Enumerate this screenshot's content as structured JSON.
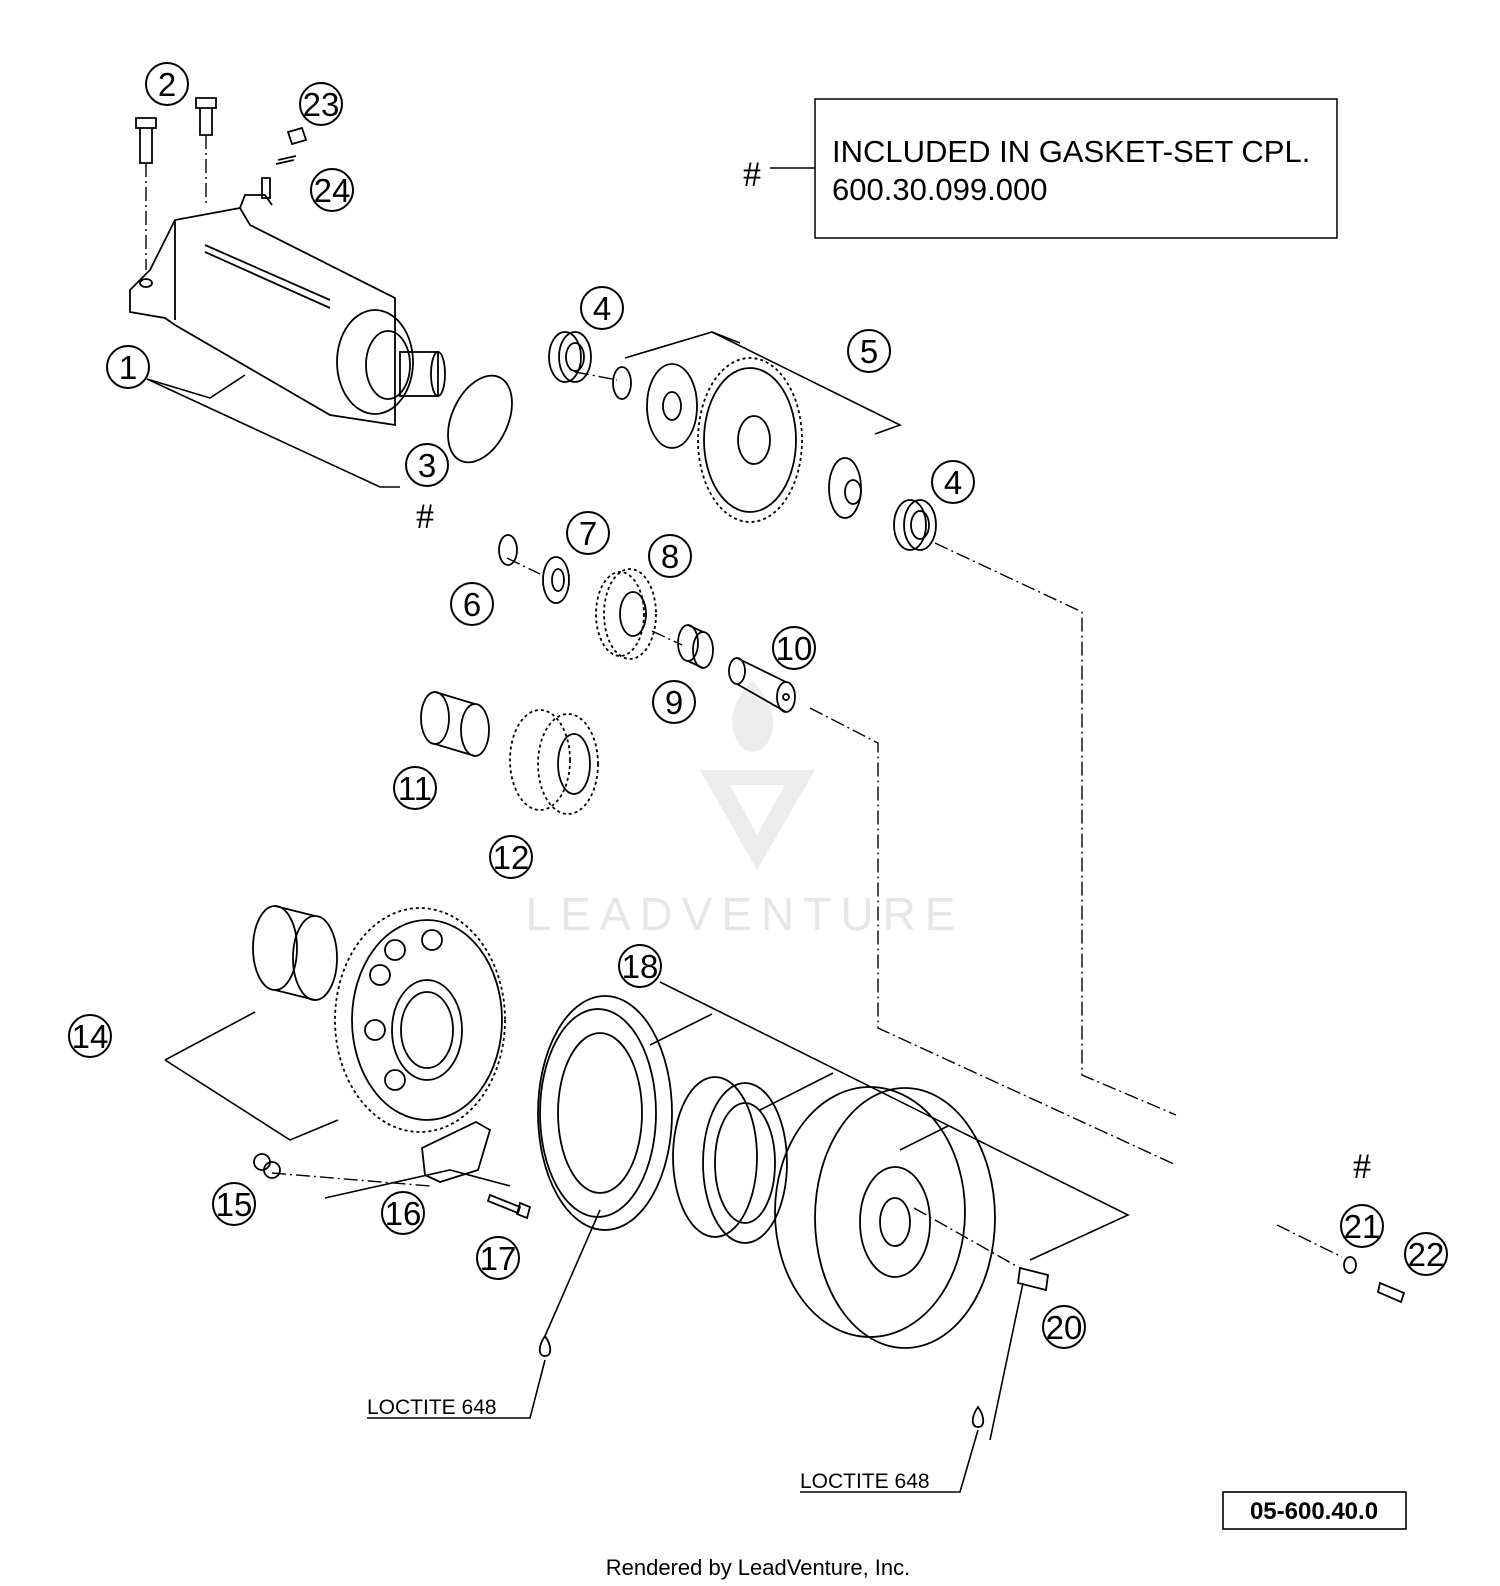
{
  "note": {
    "marker": "#",
    "line1": "INCLUDED IN GASKET-SET CPL.",
    "line2": "600.30.099.000"
  },
  "callouts": {
    "c1": "1",
    "c2": "2",
    "c3": "3",
    "c4a": "4",
    "c4b": "4",
    "c5": "5",
    "c6": "6",
    "c7": "7",
    "c8": "8",
    "c9": "9",
    "c10": "10",
    "c11": "11",
    "c12": "12",
    "c14": "14",
    "c15": "15",
    "c16": "16",
    "c17": "17",
    "c18": "18",
    "c20": "20",
    "c21": "21",
    "c22": "22",
    "c23": "23",
    "c24": "24"
  },
  "hash_marks": {
    "near_3": "#",
    "near_21": "#"
  },
  "loctite": {
    "left": "LOCTITE 648",
    "right": "LOCTITE 648"
  },
  "diagram_code": "05-600.40.0",
  "watermark": "LEADVENTURE",
  "footer": "Rendered by LeadVenture, Inc."
}
